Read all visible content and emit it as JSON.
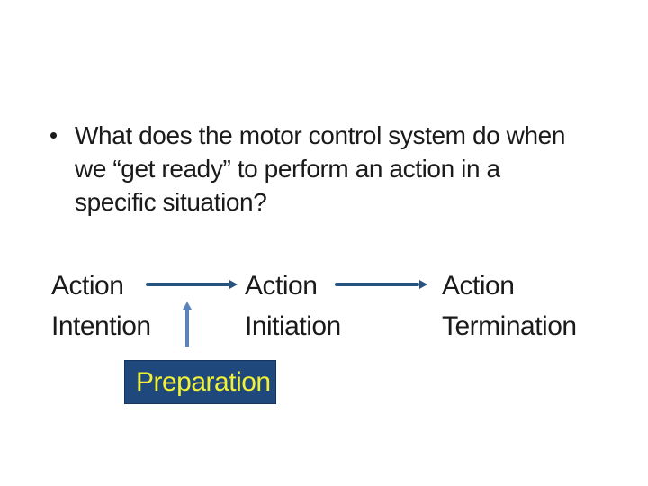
{
  "slide": {
    "background_color": "#FFFFFF",
    "text_color": "#1A1A1A",
    "bullet": {
      "marker": "•",
      "lines": [
        "What does the motor control system do when",
        "we “get ready” to perform an action in a",
        "specific situation?"
      ]
    },
    "diagram": {
      "stages": [
        {
          "line1": "Action",
          "line2": "Intention"
        },
        {
          "line1": "Action",
          "line2": "Initiation"
        },
        {
          "line1": "Action",
          "line2": "Termination"
        }
      ],
      "flow_arrow_color": "#27537F",
      "up_arrow_color": "#5B84BB",
      "preparation": {
        "label": "Preparation",
        "box_fill": "#1F497D",
        "label_color": "#F2F135"
      }
    }
  }
}
